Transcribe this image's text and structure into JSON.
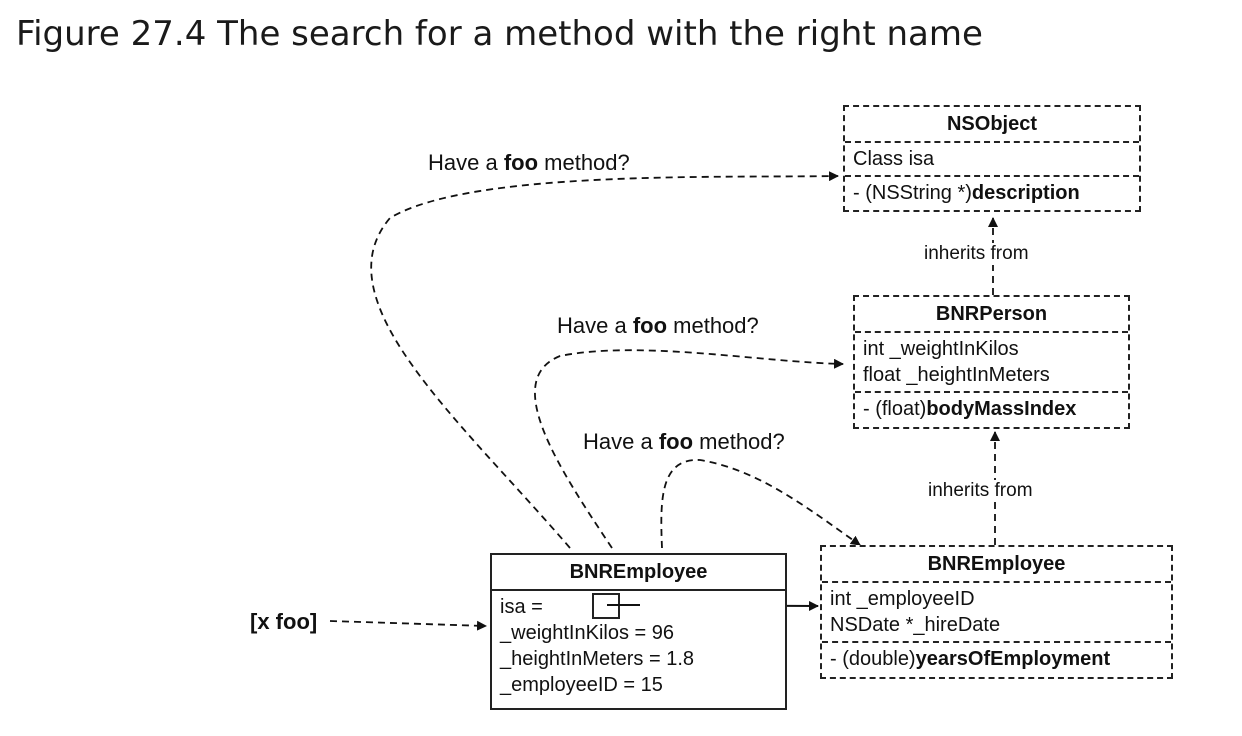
{
  "title": "Figure 27.4  The search for a method with the right name",
  "question": {
    "prefix": "Have a ",
    "bold": "foo",
    "suffix": " method?"
  },
  "inherits_label": "inherits from",
  "message": "[x foo]",
  "classes": {
    "nsobject": {
      "name": "NSObject",
      "ivars": [
        "Class isa"
      ],
      "method_prefix": "- (NSString *)",
      "method_name": "description"
    },
    "bnrperson": {
      "name": "BNRPerson",
      "ivars": [
        "int _weightInKilos",
        "float _heightInMeters"
      ],
      "method_prefix": "- (float)",
      "method_name": "bodyMassIndex"
    },
    "bnremployee": {
      "name": "BNREmployee",
      "ivars": [
        "int _employeeID",
        "NSDate *_hireDate"
      ],
      "method_prefix": "- (double)",
      "method_name": "yearsOfEmployment"
    }
  },
  "instance": {
    "name": "BNREmployee",
    "fields": [
      "isa =",
      "_weightInKilos = 96",
      "_heightInMeters = 1.8",
      "_employeeID = 15"
    ]
  }
}
